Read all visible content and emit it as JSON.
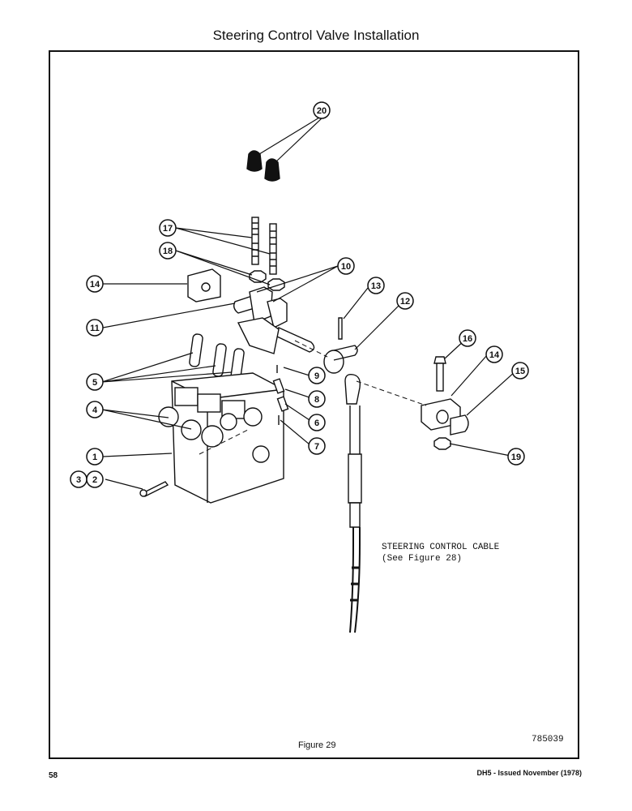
{
  "page": {
    "title": "Steering Control Valve Installation",
    "figure_caption": "Figure 29",
    "drawing_number": "785039",
    "page_number": "58",
    "issue": "DH5 - Issued November (1978)"
  },
  "cable_note": {
    "line1": "STEERING CONTROL CABLE",
    "line2": "(See Figure 28)"
  },
  "callouts": [
    "1",
    "2",
    "3",
    "4",
    "5",
    "6",
    "7",
    "8",
    "9",
    "10",
    "11",
    "12",
    "13",
    "14",
    "14",
    "15",
    "16",
    "17",
    "18",
    "19",
    "20"
  ],
  "colors": {
    "ink": "#111111",
    "paper": "#ffffff"
  }
}
